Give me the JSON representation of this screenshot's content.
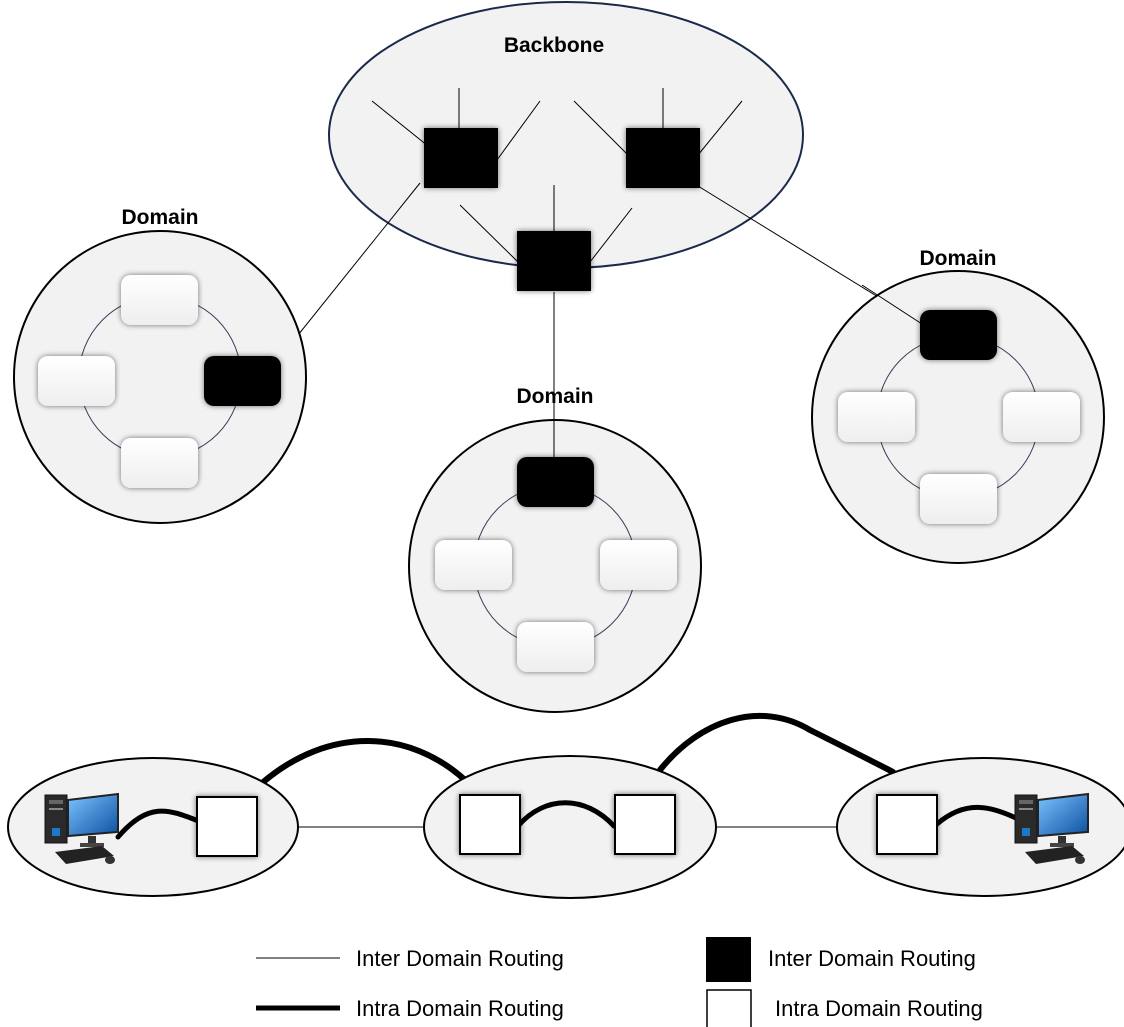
{
  "labels": {
    "backbone": "Backbone",
    "domain_left": "Domain",
    "domain_center": "Domain",
    "domain_right": "Domain"
  },
  "legend": {
    "thin_line": "Inter Domain Routing",
    "thick_line": "Intra Domain Routing",
    "black_box": "Inter Domain Routing",
    "white_box": "Intra Domain Routing"
  },
  "icons": {
    "computer_left": "desktop-computer-icon",
    "computer_right": "desktop-computer-icon"
  },
  "colors": {
    "cloud_fill": "#f2f2f2",
    "ring_stroke": "#3a3f5c",
    "router_black": "#000000",
    "router_white": "#ffffff",
    "monitor_blue": "#1e78c8"
  }
}
